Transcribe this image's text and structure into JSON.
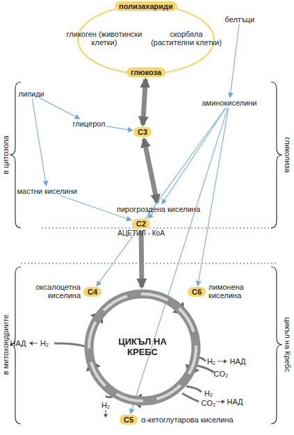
{
  "diagram": {
    "nodes": [
      {
        "text": [
          "полизахариди"
        ]
      },
      {
        "text": [
          "гликоген (животински клетки)"
        ]
      },
      {
        "text": [
          "скорбяла (растителни клетки)"
        ]
      },
      {
        "text": [
          "глюкоза"
        ]
      },
      {
        "text": [
          "белтъци"
        ]
      },
      {
        "text": [
          "липиди"
        ]
      },
      {
        "text": [
          "глицерол"
        ]
      },
      {
        "text": [
          "C3"
        ]
      },
      {
        "text": [
          "аминокиселини"
        ]
      },
      {
        "text": [
          "мастни киселини"
        ]
      },
      {
        "text": [
          "пирогроздена киселина"
        ]
      },
      {
        "text": [
          "C2",
          "АЦЕТИЛ - КоА"
        ]
      },
      {
        "text": [
          "C4",
          "оксалоцетна киселина"
        ]
      },
      {
        "text": [
          "C6",
          "лимонена киселина"
        ]
      },
      {
        "text": [
          "C5",
          "α-кетоглутарова киселина"
        ]
      },
      {
        "text": [
          "ЦИКЪЛ НА КРЕБС"
        ]
      }
    ],
    "edges": [
      {
        "from": 3,
        "to": 7,
        "arrow": "both"
      },
      {
        "from": 7,
        "to": 10,
        "arrow": "both"
      },
      {
        "from": 5,
        "to": 6,
        "arrow": "to"
      },
      {
        "from": 6,
        "to": 7,
        "arrow": "to"
      },
      {
        "from": 5,
        "to": 9,
        "arrow": "to"
      },
      {
        "from": 9,
        "to": 11,
        "arrow": "to"
      },
      {
        "from": 10,
        "to": 11,
        "arrow": "to"
      },
      {
        "from": 4,
        "to": 8,
        "arrow": "to"
      },
      {
        "from": 8,
        "to": 12,
        "arrow": "to"
      },
      {
        "from": 8,
        "to": 10,
        "arrow": "to"
      },
      {
        "from": 8,
        "to": 14,
        "arrow": "to"
      },
      {
        "from": 8,
        "to": 13,
        "arrow": "to"
      },
      {
        "from": 11,
        "to": 15,
        "arrow": "to"
      }
    ],
    "labels": [
      "в цитозола",
      "гликолиза",
      "в митохондриите",
      "цикъл на Кребс",
      "НАД",
      "H₂",
      "H₂",
      "НАД",
      "CO₂",
      "H₂",
      "CO₂",
      "НАД",
      "H₂"
    ]
  }
}
